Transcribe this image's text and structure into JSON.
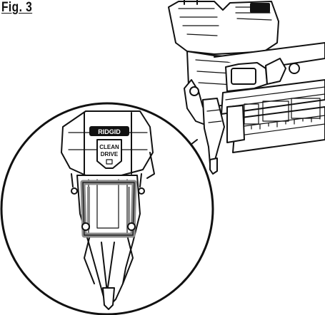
{
  "figure": {
    "label": "Fig. 3"
  },
  "callout": {
    "brand_plate": "RIDGID",
    "badge_line1": "CLEAN",
    "badge_line2": "DRIVE"
  },
  "colors": {
    "line": "#111111",
    "background": "#ffffff",
    "highlight": "#8a8a8a"
  },
  "icons": [
    "nailer-tool-illustration",
    "magnifier-callout",
    "nose-guard-highlight"
  ]
}
